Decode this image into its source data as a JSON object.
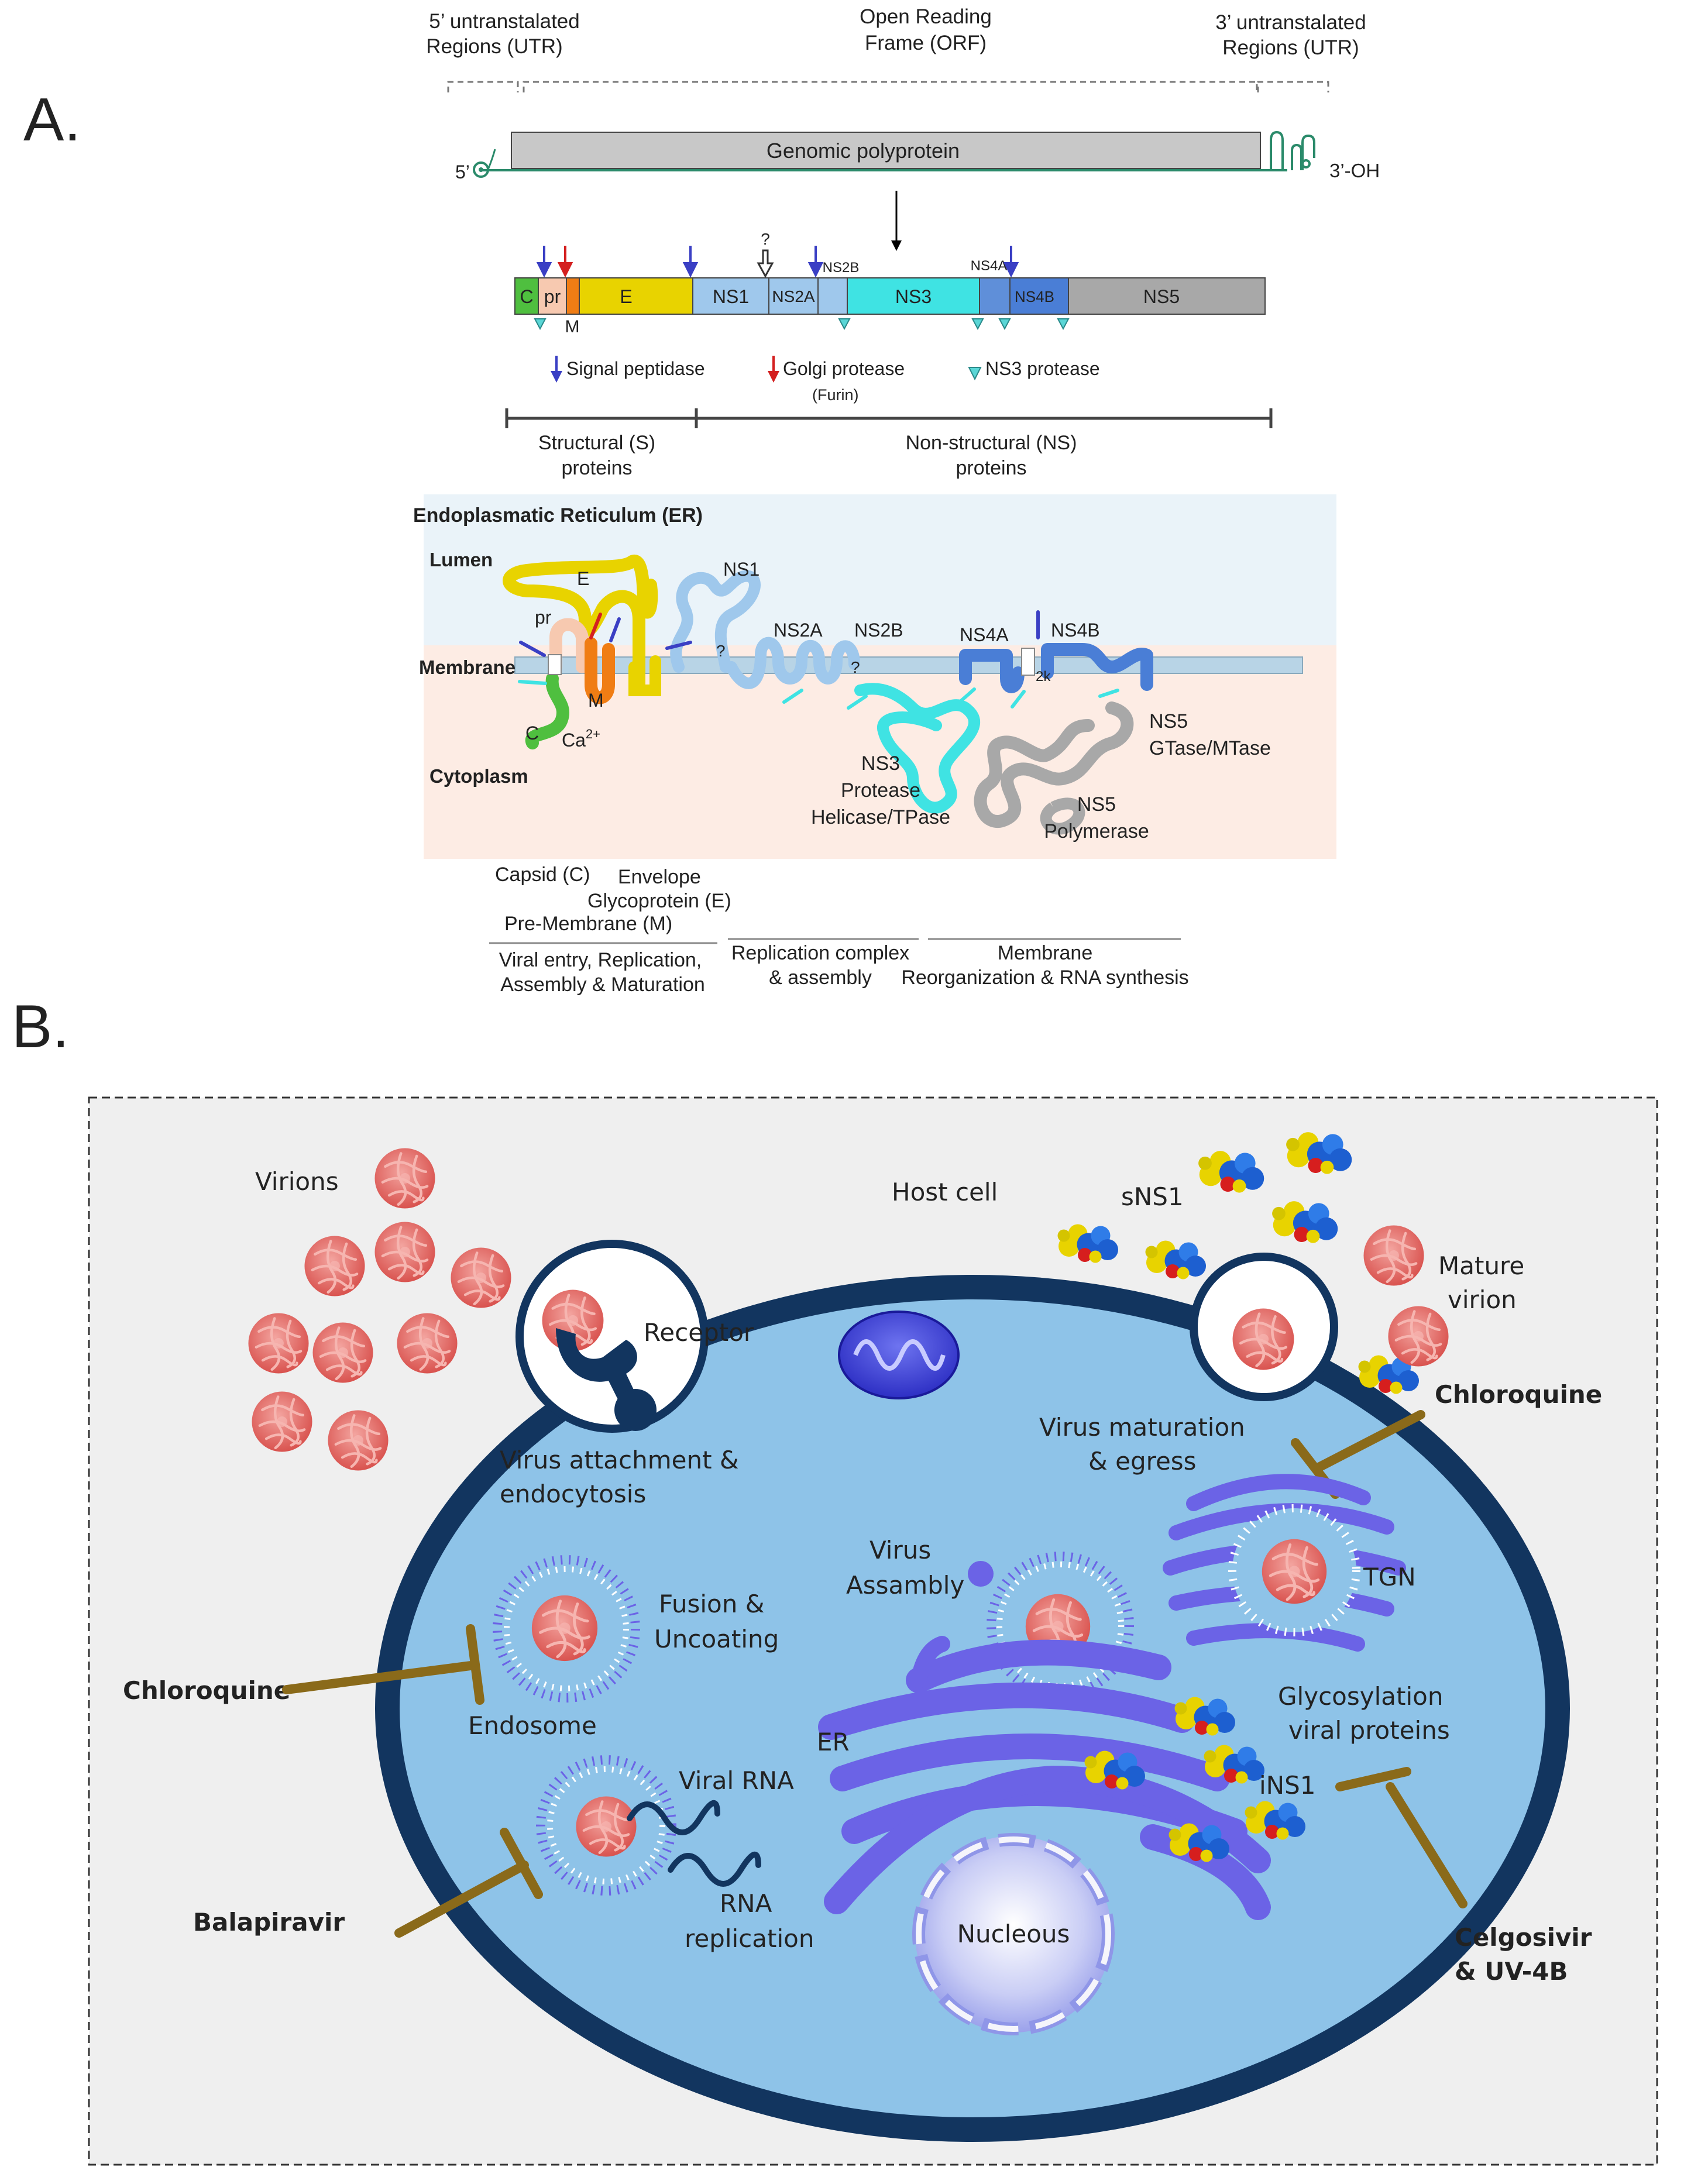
{
  "panel_a": {
    "panel_label": "A.",
    "utr5": [
      "5’ untranstalated",
      "Regions (UTR)"
    ],
    "orf": [
      "Open Reading",
      "Frame (ORF)"
    ],
    "utr3": [
      "3’ untranstalated",
      "Regions (UTR)"
    ],
    "polyprotein": "Genomic polyprotein",
    "end5": "5’",
    "end3": "3’-OH",
    "segments": [
      "C",
      "pr",
      "E",
      "NS1",
      "NS2A",
      "NS3",
      "NS4B",
      "NS5"
    ],
    "seg_m": "M",
    "seg_ns2b": "NS2B",
    "seg_ns4a": "NS4A",
    "unknown_mark": "?",
    "legend": {
      "signal": "Signal peptidase",
      "golgi": "Golgi protease",
      "furin": "(Furin)",
      "ns3": "NS3 protease"
    },
    "structural": [
      "Structural (S)",
      "proteins"
    ],
    "nonstructural": [
      "Non-structural (NS)",
      "proteins"
    ],
    "er_title": "Endoplasmatic Reticulum (ER)",
    "lumen": "Lumen",
    "membrane": "Membrane",
    "cytoplasm": "Cytoplasm",
    "topo": {
      "e": "E",
      "pr": "pr",
      "m": "M",
      "c": "C",
      "ca": "Ca",
      "ca_sup": "2+",
      "ns1": "NS1",
      "ns2a": "NS2A",
      "ns2b": "NS2B",
      "ns4a": "NS4A",
      "ns4b": "NS4B",
      "k2": "2k",
      "q1": "?",
      "q2": "?",
      "ns3": [
        "NS3",
        "Protease",
        "Helicase/TPase"
      ],
      "ns5a": [
        "NS5",
        "GTase/MTase"
      ],
      "ns5b": [
        "NS5",
        "Polymerase"
      ]
    },
    "func": {
      "capsid": "Capsid (C)",
      "envelope": "Envelope",
      "glyco": "Glycoprotein (E)",
      "prem": "Pre-Membrane (M)",
      "g1": [
        "Viral entry, Replication,",
        "Assembly & Maturation"
      ],
      "g2": [
        "Replication complex",
        "& assembly"
      ],
      "g3": [
        "Membrane",
        "Reorganization & RNA synthesis"
      ]
    }
  },
  "panel_b": {
    "panel_label": "B.",
    "virions": "Virions",
    "host_cell": "Host cell",
    "sns1": "sNS1",
    "mature": [
      "Mature",
      "virion"
    ],
    "receptor": "Receptor",
    "chloroquine_top": "Chloroquine",
    "attach": [
      "Virus attachment &",
      "endocytosis"
    ],
    "maturation": [
      "Virus maturation",
      "& egress"
    ],
    "assembly": [
      "Virus",
      "Assambly"
    ],
    "tgn": "TGN",
    "fusion": [
      "Fusion &",
      "Uncoating"
    ],
    "chloroquine_left": "Chloroquine",
    "endosome": "Endosome",
    "er": "ER",
    "glycosylation": [
      "Glycosylation",
      "viral proteins"
    ],
    "viral_rna": "Viral RNA",
    "ins1": "iNS1",
    "rna_rep": [
      "RNA",
      "replication"
    ],
    "balapiravir": "Balapiravir",
    "nucleus": "Nucleous",
    "celgosivir": [
      "Celgosivir",
      "& UV-4B"
    ]
  },
  "colors": {
    "c": "#4fbf3f",
    "pr": "#f7c9b0",
    "m": "#f07d14",
    "e": "#e8d300",
    "ns1": "#9fc8ec",
    "ns3": "#3fe3e3",
    "ns4": "#5f8fd9",
    "ns5": "#a8a8a8",
    "cell": "#8ec3e8",
    "cell_edge": "#12355f",
    "organelle": "#6b63e6",
    "virion": "#e2706e",
    "inhibitor": "#8a6a1a"
  }
}
